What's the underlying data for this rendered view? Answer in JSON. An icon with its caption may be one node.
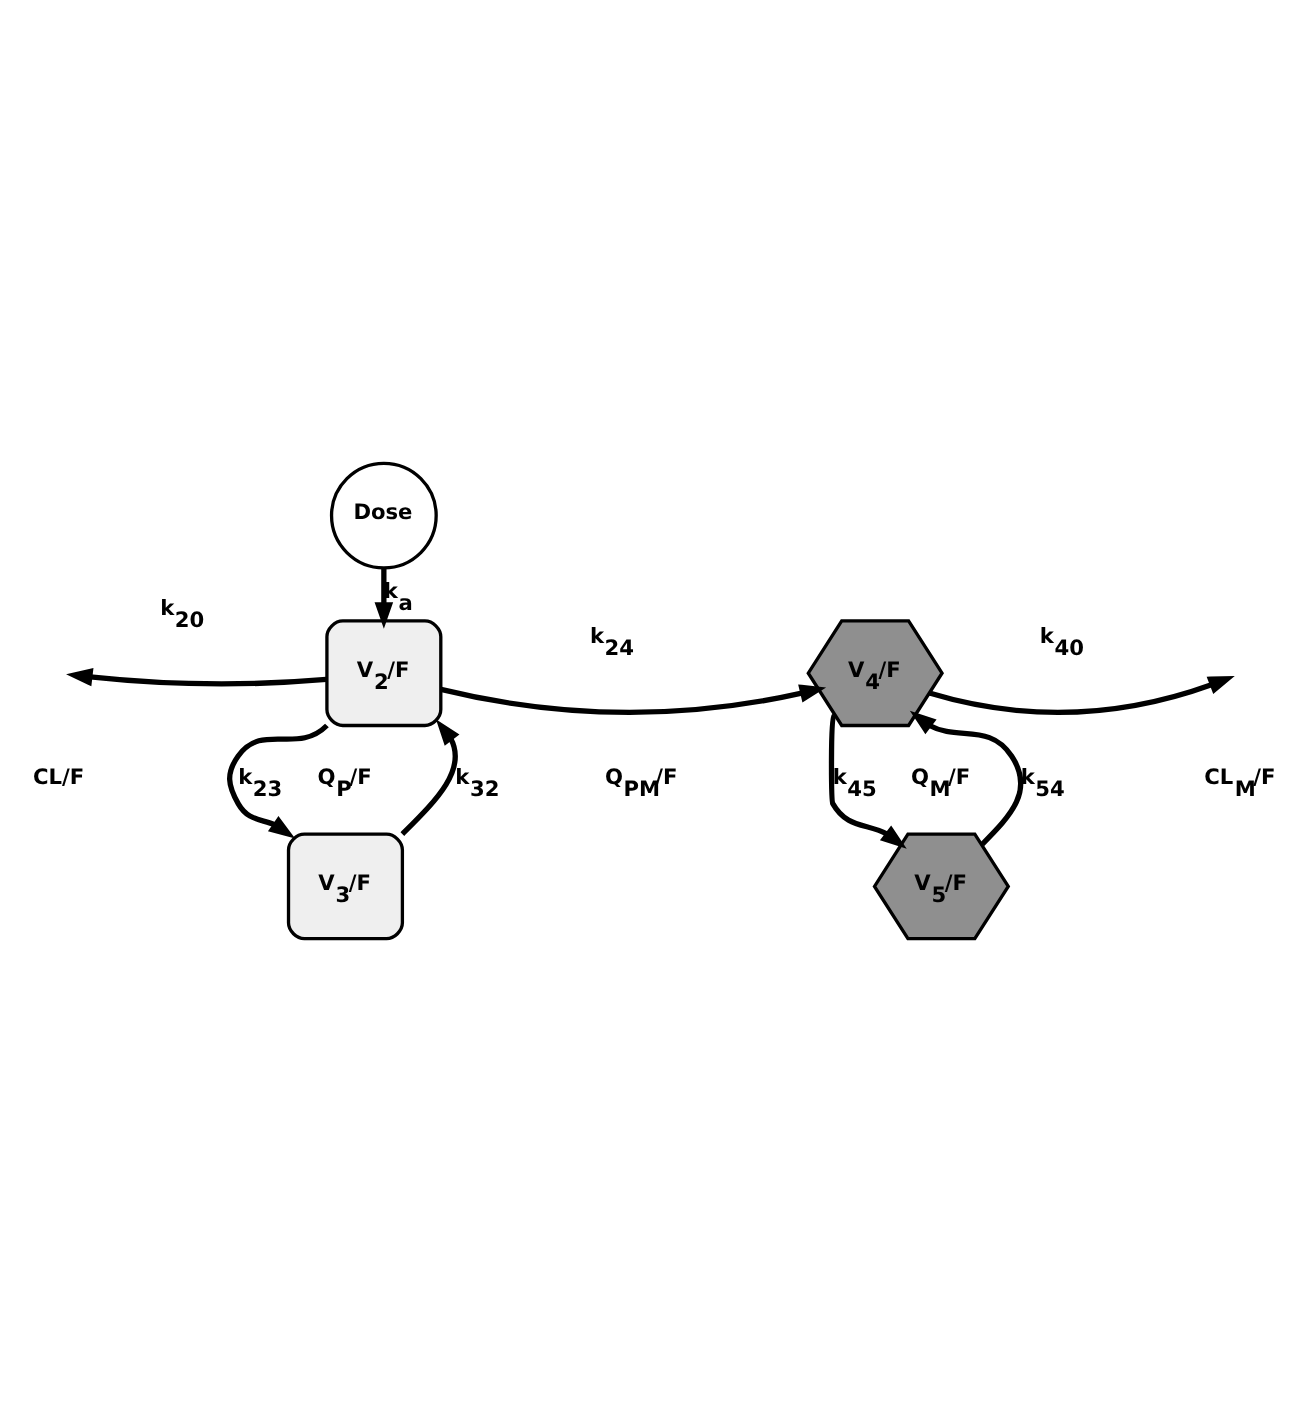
{
  "diagram": {
    "nodes": [
      {
        "text": [
          "Dose"
        ]
      },
      {
        "text": [
          "V$_{2}$/F"
        ]
      },
      {
        "text": [
          "V$_{4}$/F"
        ]
      },
      {
        "text": [
          "V$_{3}$/F"
        ]
      },
      {
        "text": [
          "V$_{5}$/F"
        ]
      }
    ],
    "edges": [
      {
        "from": 0,
        "to": 1,
        "arrow": "to",
        "label": "k$_{a}$"
      },
      {
        "from": 1,
        "to": null,
        "arrow": "to",
        "label": "k$_{20}$"
      },
      {
        "from": 1,
        "to": 2,
        "arrow": "to",
        "label": "k$_{24}$"
      },
      {
        "from": 2,
        "to": null,
        "arrow": "to",
        "label": "k$_{40}$"
      },
      {
        "from": 1,
        "to": 3,
        "arrow": "to",
        "label": "k$_{23}$"
      },
      {
        "from": 3,
        "to": 1,
        "arrow": "to",
        "label": "k$_{32}$"
      },
      {
        "from": 2,
        "to": 4,
        "arrow": "to",
        "label": "k$_{45}$"
      },
      {
        "from": 4,
        "to": 2,
        "arrow": "to",
        "label": "k$_{54}$"
      }
    ],
    "labels": [
      "CL/F",
      "Q$_{PM}$/F",
      "CL$_{M}$/F",
      "Q$_{P}$/F",
      "Q$_{M}$/F"
    ]
  }
}
